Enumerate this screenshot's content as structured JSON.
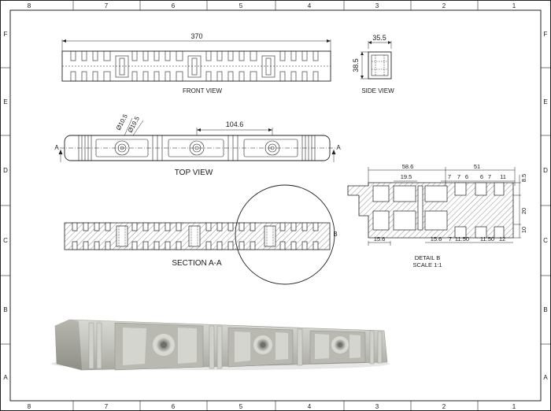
{
  "grid": {
    "columns": [
      "8",
      "7",
      "6",
      "5",
      "4",
      "3",
      "2",
      "1"
    ],
    "rows": [
      "F",
      "E",
      "D",
      "C",
      "B",
      "A"
    ]
  },
  "front_view": {
    "caption": "FRONT VIEW",
    "length_dim": "370"
  },
  "side_view": {
    "caption": "SIDE VIEW",
    "width_dim": "35.5",
    "height_dim": "38.5"
  },
  "top_view": {
    "caption": "TOP VIEW",
    "pitch_dim": "104.6",
    "hole_small": "Ø10.5",
    "hole_large": "Ø19.5",
    "section_marker": "A"
  },
  "section_view": {
    "caption": "SECTION A-A",
    "detail_marker": "B"
  },
  "detail_view": {
    "caption": "DETAIL B",
    "scale": "SCALE 1:1",
    "top_dims": [
      "58.6",
      "19.5",
      "51",
      "7",
      "7",
      "6",
      "6",
      "7",
      "11"
    ],
    "right_dims": [
      "8.5",
      "20",
      "10"
    ],
    "bottom_dims": [
      "15.6",
      "15.6",
      "7",
      "11.50",
      "11.50",
      "12"
    ]
  },
  "photo": {
    "subject": "3d-printed-terminal-block-render"
  }
}
